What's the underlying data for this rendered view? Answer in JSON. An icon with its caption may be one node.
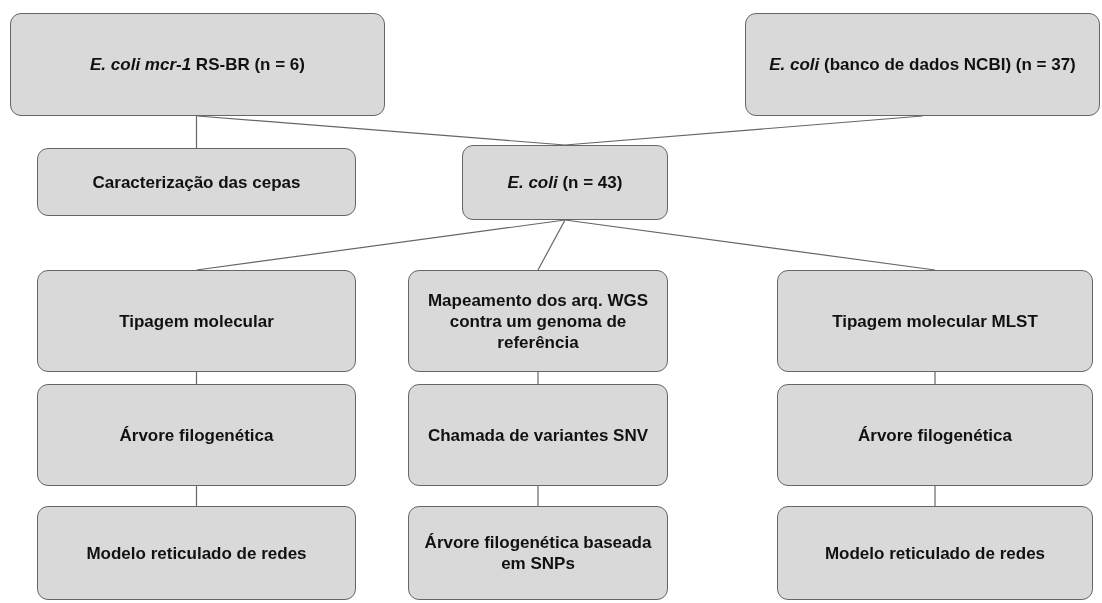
{
  "diagram": {
    "nodes": [
      {
        "text": [
          "*E. coli mcr-1* RS-BR (n = 6)"
        ]
      },
      {
        "text": [
          "*E. coli* (banco de dados NCBI) (n = 37)"
        ]
      },
      {
        "text": [
          "Caracterização das cepas"
        ]
      },
      {
        "text": [
          "*E. coli* (n = 43)"
        ]
      },
      {
        "text": [
          "Tipagem molecular"
        ]
      },
      {
        "text": [
          "Mapeamento dos arq. WGS contra um genoma de referência"
        ]
      },
      {
        "text": [
          "Tipagem molecular MLST"
        ]
      },
      {
        "text": [
          "Árvore filogenética"
        ]
      },
      {
        "text": [
          "Chamada de variantes SNV"
        ]
      },
      {
        "text": [
          "Árvore filogenética"
        ]
      },
      {
        "text": [
          "Modelo reticulado de redes"
        ]
      },
      {
        "text": [
          "Árvore filogenética baseada em SNPs"
        ]
      },
      {
        "text": [
          "Modelo reticulado de redes"
        ]
      }
    ],
    "edges": [
      {
        "from": 0,
        "to": 2,
        "arrow": "none"
      },
      {
        "from": 0,
        "to": 3,
        "arrow": "none"
      },
      {
        "from": 1,
        "to": 3,
        "arrow": "none"
      },
      {
        "from": 3,
        "to": 4,
        "arrow": "none"
      },
      {
        "from": 3,
        "to": 5,
        "arrow": "none"
      },
      {
        "from": 3,
        "to": 6,
        "arrow": "none"
      },
      {
        "from": 4,
        "to": 7,
        "arrow": "none"
      },
      {
        "from": 7,
        "to": 10,
        "arrow": "none"
      },
      {
        "from": 5,
        "to": 8,
        "arrow": "none"
      },
      {
        "from": 8,
        "to": 11,
        "arrow": "none"
      },
      {
        "from": 6,
        "to": 9,
        "arrow": "none"
      },
      {
        "from": 9,
        "to": 12,
        "arrow": "none"
      }
    ]
  }
}
